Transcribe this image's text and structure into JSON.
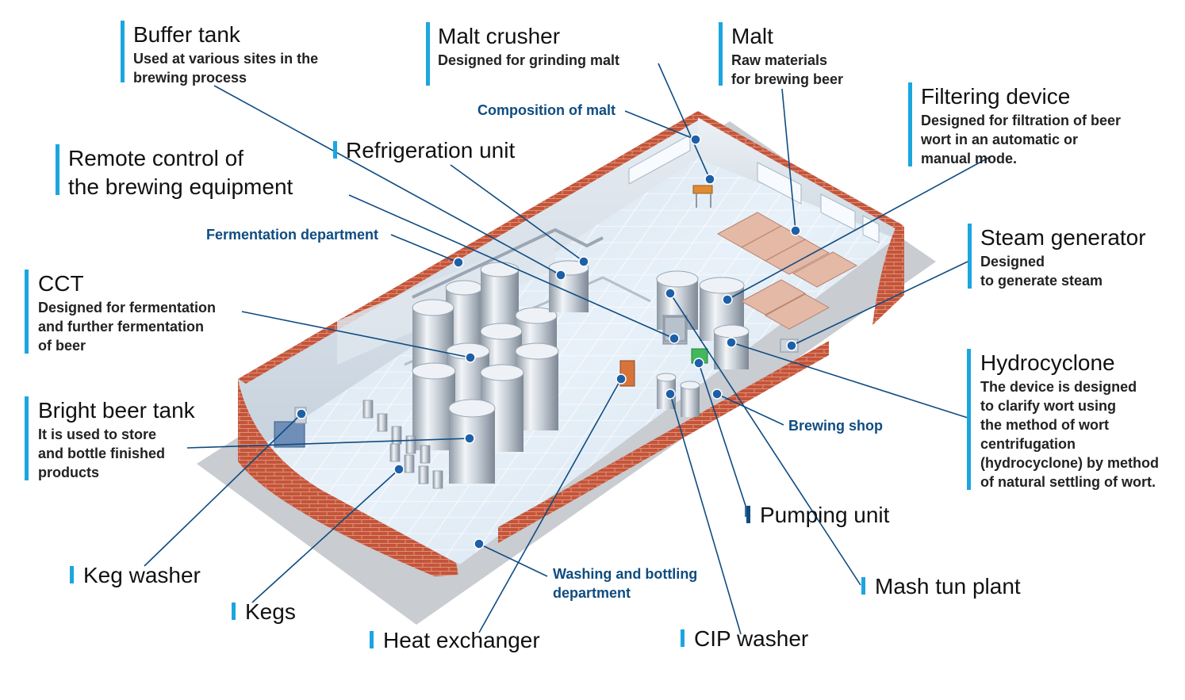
{
  "labels": {
    "buffer_tank": {
      "title": "Buffer tank",
      "desc": [
        "Used at various sites in the",
        "brewing process"
      ]
    },
    "malt_crusher": {
      "title": "Malt crusher",
      "desc": [
        "Designed for grinding malt"
      ]
    },
    "malt": {
      "title": "Malt",
      "desc": [
        "Raw materials",
        "for brewing beer"
      ]
    },
    "filtering_device": {
      "title": "Filtering device",
      "desc": [
        "Designed for filtration of beer",
        "wort in an automatic or",
        "manual mode."
      ]
    },
    "remote_control": {
      "title": [
        "Remote control of",
        "the brewing equipment"
      ]
    },
    "refrigeration_unit": {
      "title": "Refrigeration unit"
    },
    "steam_generator": {
      "title": "Steam generator",
      "desc": [
        "Designed",
        "to generate steam"
      ]
    },
    "cct": {
      "title": "CCT",
      "desc": [
        "Designed for fermentation",
        "and further fermentation",
        "of beer"
      ]
    },
    "hydrocyclone": {
      "title": "Hydrocyclone",
      "desc": [
        "The device is designed",
        "to clarify wort using",
        "the method of  wort",
        "centrifugation",
        "(hydrocyclone) by method",
        "of natural settling of wort."
      ]
    },
    "bright_beer_tank": {
      "title": "Bright beer tank",
      "desc": [
        "It is used to store",
        "and bottle finished",
        "products"
      ]
    },
    "pumping_unit": {
      "title": "Pumping unit"
    },
    "keg_washer": {
      "title": "Keg washer"
    },
    "mash_tun_plant": {
      "title": "Mash tun plant"
    },
    "kegs": {
      "title": "Kegs"
    },
    "heat_exchanger": {
      "title": "Heat exchanger"
    },
    "cip_washer": {
      "title": "CIP washer"
    }
  },
  "zones": {
    "composition_of_malt": "Composition of malt",
    "fermentation_department": "Fermentation department",
    "brewing_shop": "Brewing shop",
    "washing_bottling": [
      "Washing and bottling",
      "department"
    ]
  },
  "colors": {
    "accent_bar": "#1ba6e0",
    "callout_line": "#0f4c81",
    "zone_text": "#0f4c81",
    "brick": "#c0502e",
    "marker": "#1d5fa8"
  }
}
